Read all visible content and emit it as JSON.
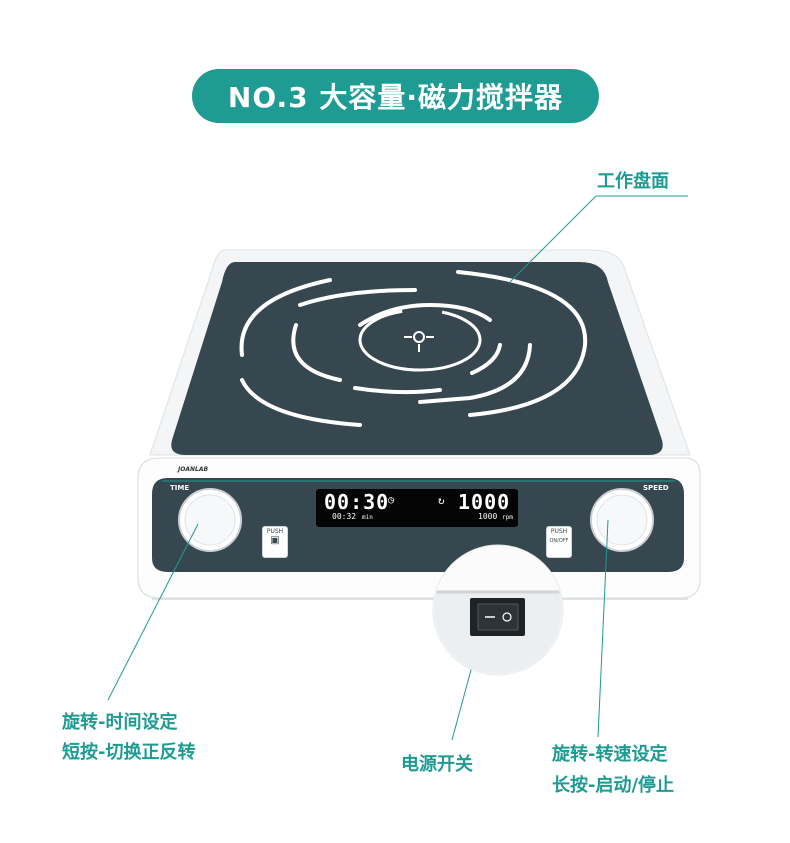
{
  "title": "NO.3 大容量·磁力搅拌器",
  "labels": {
    "work_surface": "工作盘面",
    "time_knob_line1": "旋转-时间设定",
    "time_knob_line2": "短按-切换正反转",
    "power_switch": "电源开关",
    "speed_knob_line1": "旋转-转速设定",
    "speed_knob_line2": "长按-启动/停止"
  },
  "device": {
    "brand": "JOANLAB",
    "time_label": "TIME",
    "speed_label": "SPEED",
    "display": {
      "time_main": "00:30",
      "time_sub": "00:32",
      "time_unit": "min",
      "speed_main": "1000",
      "speed_sub": "1000",
      "speed_unit": "rpm"
    },
    "push_left": "PUSH",
    "push_right": "PUSH",
    "push_right_onoff": "ON/OFF"
  },
  "colors": {
    "accent": "#1e9b92",
    "plate": "#37474f",
    "body": "#ffffff",
    "lcd": "#050505"
  }
}
